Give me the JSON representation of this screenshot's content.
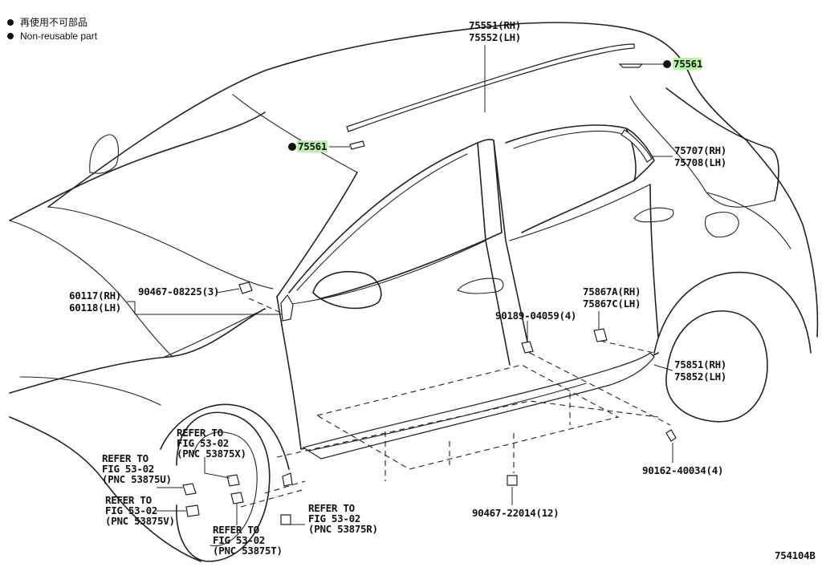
{
  "legend": {
    "bullet": "●",
    "japanese": "再使用不可部品",
    "english": "Non-reusable part"
  },
  "colors": {
    "highlight": "#b8f5a8",
    "ink": "#222222"
  },
  "callouts": {
    "rail_rh": "75551(RH)",
    "rail_lh": "75552(LH)",
    "clip_top": "75561",
    "clip_roof": "75561",
    "belt_rh": "75707(RH)",
    "belt_lh": "75708(LH)",
    "mirror_rh": "60117(RH)",
    "mirror_lh": "60118(LH)",
    "screw_mirror": "90467-08225(3)",
    "clip_sill": "90189-04059(4)",
    "clip_rear_a": "75867A(RH)",
    "clip_rear_c": "75867C(LH)",
    "sill_rh": "75851(RH)",
    "sill_lh": "75852(LH)",
    "screw_sill": "90162-40034(4)",
    "clip_bottom": "90467-22014(12)"
  },
  "refers": {
    "x": {
      "l1": "REFER TO",
      "l2": "FIG 53-02",
      "l3": "(PNC 53875X)"
    },
    "u": {
      "l1": "REFER TO",
      "l2": "FIG 53-02",
      "l3": "(PNC 53875U)"
    },
    "v": {
      "l1": "REFER TO",
      "l2": "FIG 53-02",
      "l3": "(PNC 53875V)"
    },
    "t": {
      "l1": "REFER TO",
      "l2": "FIG 53-02",
      "l3": "(PNC 53875T)"
    },
    "r": {
      "l1": "REFER TO",
      "l2": "FIG 53-02",
      "l3": "(PNC 53875R)"
    }
  },
  "figure_id": "754104B"
}
